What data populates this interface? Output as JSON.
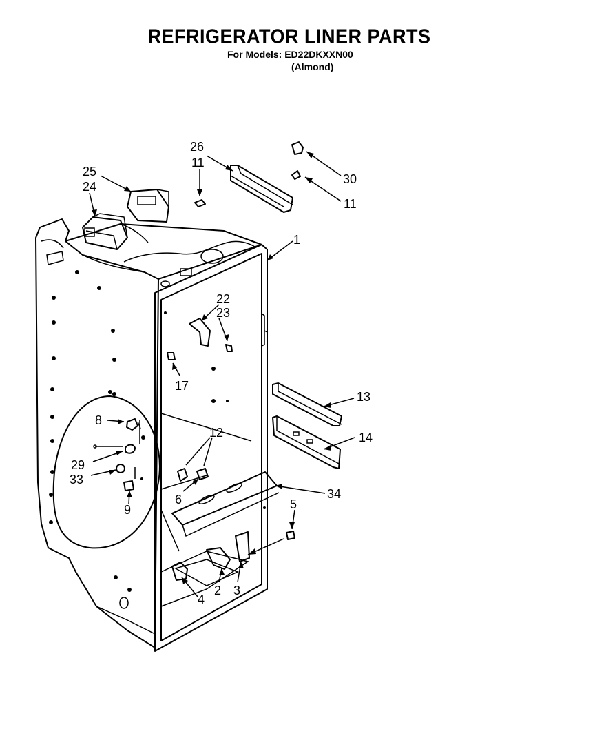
{
  "header": {
    "title": "REFRIGERATOR LINER PARTS",
    "models_line": "For Models: ED22DKXXN00",
    "color_line": "(Almond)"
  },
  "callouts": [
    "1",
    "2",
    "3",
    "4",
    "5",
    "6",
    "8",
    "9",
    "11",
    "11",
    "12",
    "13",
    "14",
    "17",
    "22",
    "23",
    "24",
    "25",
    "26",
    "29",
    "30",
    "33",
    "34"
  ]
}
